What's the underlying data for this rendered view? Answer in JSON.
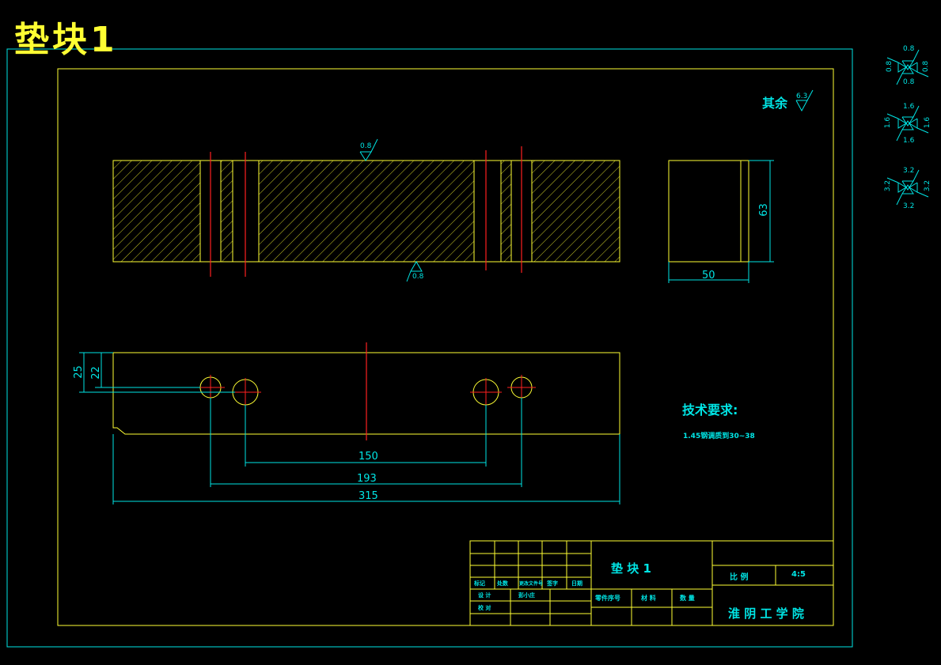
{
  "drawing_title": "垫块1",
  "colors": {
    "background": "#000000",
    "outline": "#ffff33",
    "dimension": "#00e5e5",
    "centerline": "#ff2020",
    "frame": "#00e5e5"
  },
  "roughness": {
    "other": {
      "label": "其余",
      "value": "6.3"
    },
    "top_face": "0.8",
    "bottom_face": "0.8",
    "legend": [
      {
        "top": "0.8",
        "left": "0.8",
        "right": "0.8",
        "bottom": "0.8"
      },
      {
        "top": "1.6",
        "left": "1.6",
        "right": "1.6",
        "bottom": "1.6"
      },
      {
        "top": "3.2",
        "left": "3.2",
        "right": "3.2",
        "bottom": "3.2"
      }
    ]
  },
  "dimensions": {
    "side_height": "63",
    "side_width": "50",
    "hole_offset_25": "25",
    "hole_offset_22": "22",
    "inner_holes": "150",
    "outer_holes": "193",
    "total_length": "315"
  },
  "tech_requirements": {
    "heading": "技术要求:",
    "item1": "1.45钢调质到30~38"
  },
  "title_block": {
    "part_name": "垫  块  1",
    "scale_label": "比  例",
    "scale_value": "4:5",
    "school": "淮 阴 工 学 院",
    "part_no_label": "零件序号",
    "material_label": "材  料",
    "quantity_label": "数  量",
    "rev_headers": [
      "标记",
      "处数",
      "更改文件号",
      "签字",
      "日期"
    ],
    "designer_label": "设 计",
    "designer_name": "彭小庄",
    "checker_label": "校 对"
  }
}
